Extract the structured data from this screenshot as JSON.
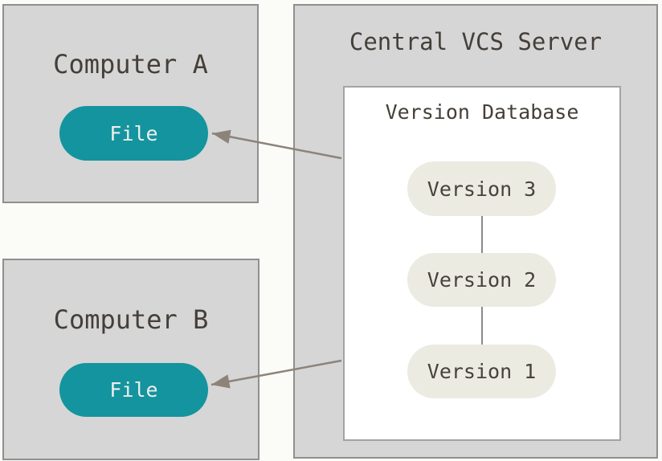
{
  "diagram": {
    "computer_a": {
      "title": "Computer A",
      "file_label": "File"
    },
    "computer_b": {
      "title": "Computer B",
      "file_label": "File"
    },
    "server": {
      "title": "Central VCS Server",
      "database": {
        "title": "Version Database",
        "versions": [
          {
            "label": "Version 3"
          },
          {
            "label": "Version 2"
          },
          {
            "label": "Version 1"
          }
        ]
      }
    },
    "arrows": [
      {
        "from": "version-database",
        "to": "computer-a-file"
      },
      {
        "from": "version-database",
        "to": "computer-b-file"
      }
    ]
  },
  "colors": {
    "page_bg": "#fbfbf8",
    "box_bg": "#d6d6d6",
    "box_border": "#8f8f8f",
    "db_bg": "#ffffff",
    "db_border": "#a3a3a3",
    "file_pill_bg": "#14949e",
    "file_pill_text": "#eeeeec",
    "version_pill_bg": "#ebebe2",
    "version_text": "#47423c",
    "title_text": "#443f39",
    "connector": "#8a8a8a",
    "arrow": "#8c8379"
  }
}
